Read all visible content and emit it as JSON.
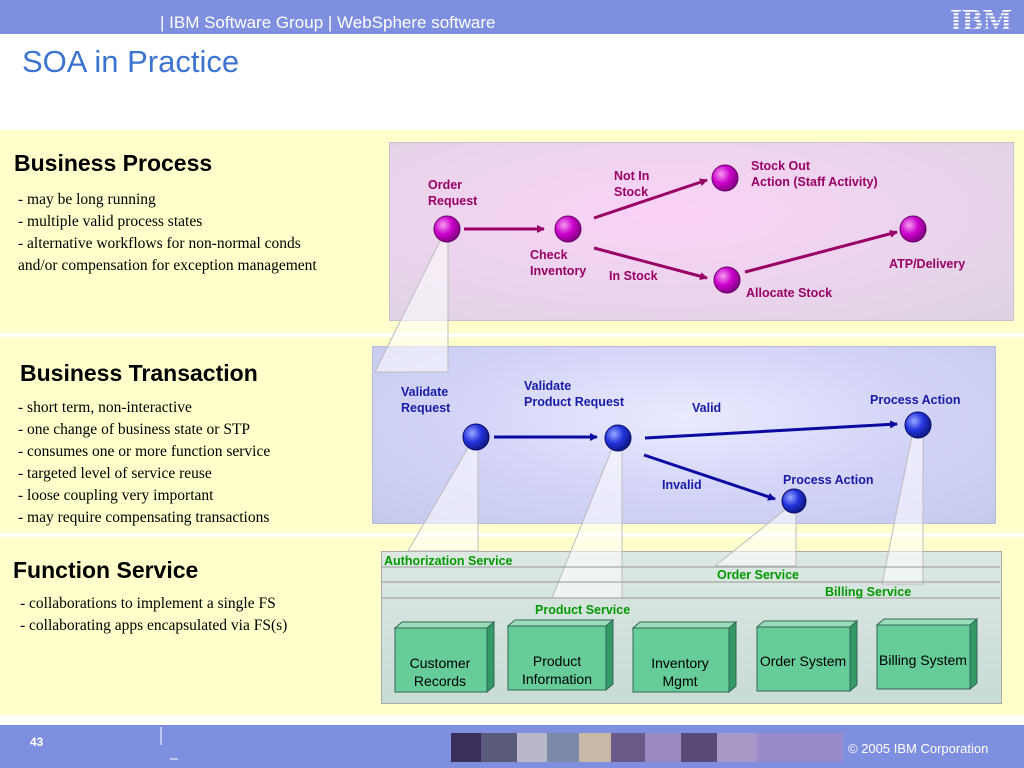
{
  "header": {
    "group_text": "| IBM Software Group  |  WebSphere software",
    "logo": "IBM",
    "title": "SOA in Practice"
  },
  "sections": {
    "business_process": {
      "title": "Business Process",
      "bullets": [
        "may be long running",
        "multiple valid process states",
        "alternative workflows for non-normal conds",
        "and/or compensation for exception management"
      ]
    },
    "business_transaction": {
      "title": "Business Transaction",
      "bullets": [
        "short term, non-interactive",
        "one change of business state or STP",
        "consumes one or more function service",
        "targeted level of service reuse",
        "loose coupling very important",
        "may require compensating transactions"
      ]
    },
    "function_service": {
      "title": "Function Service",
      "bullets": [
        "collaborations to implement a single FS",
        "collaborating apps encapsulated via FS(s)"
      ]
    }
  },
  "process_flow": {
    "order_request": "Order\nRequest",
    "check_inventory": "Check\nInventory",
    "not_in_stock": "Not In\nStock",
    "in_stock": "In Stock",
    "stock_out": "Stock Out\nAction (Staff Activity)",
    "allocate_stock": "Allocate Stock",
    "atp_delivery": "ATP/Delivery"
  },
  "transaction_flow": {
    "validate_request": "Validate\nRequest",
    "validate_product_request": "Validate\nProduct Request",
    "valid": "Valid",
    "invalid": "Invalid",
    "process_action_top": "Process Action",
    "process_action_bottom": "Process Action"
  },
  "function_services": {
    "authorization_service": "Authorization Service",
    "order_service": "Order Service",
    "billing_service": "Billing Service",
    "product_service": "Product Service",
    "boxes": [
      "Customer Records",
      "Product Information",
      "Inventory Mgmt",
      "Order System",
      "Billing System"
    ]
  },
  "footer": {
    "page_number": "43",
    "copyright": "© 2005 IBM Corporation"
  },
  "colors": {
    "bar_blue": "#7f8fe0",
    "title_blue": "#3d74d0",
    "band_yellow": "#ffffcc",
    "process_magenta": "#990066",
    "transaction_blue": "#1a1aa6",
    "service_green": "#009900",
    "box_green": "#66cc99"
  }
}
